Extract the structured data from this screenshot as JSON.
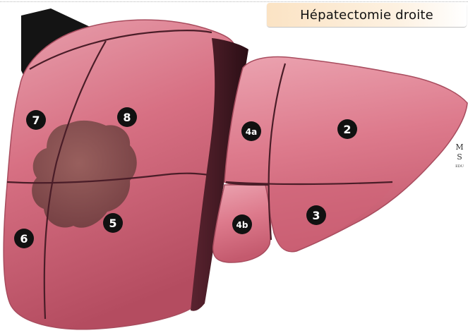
{
  "title": "Hépatectomie droite",
  "segments": [
    "7",
    "8",
    "2",
    "4a",
    "4b",
    "3",
    "5",
    "6"
  ],
  "watermark": [
    "M",
    "S",
    "EDU"
  ],
  "colors": {
    "liver_light": "#e7909f",
    "liver_base": "#d3687c",
    "liver_dark": "#9c3a4c",
    "cut_surface": "#4a1d26",
    "tumor": "#7a4c4a",
    "segment_line": "#4a1d28",
    "arrow": "#141414"
  }
}
